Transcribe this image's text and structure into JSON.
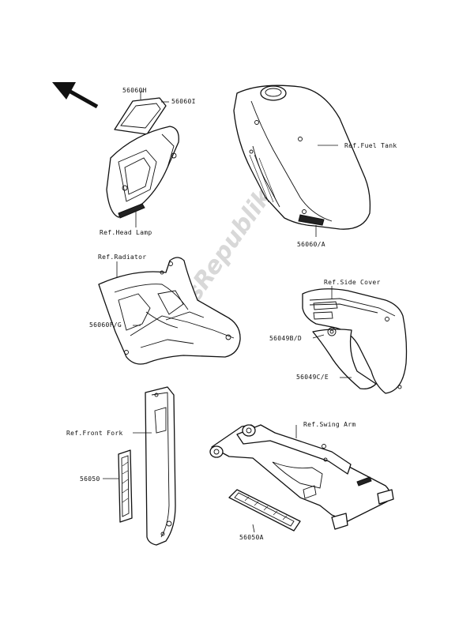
{
  "watermark": "PartsRepublik",
  "direction_arrow_icon": "arrow-up-left-icon",
  "labels": {
    "headlamp_decal_a": "56060H",
    "headlamp_decal_b": "56060I",
    "ref_head_lamp": "Ref.Head Lamp",
    "ref_fuel_tank": "Ref.Fuel Tank",
    "tank_decal": "56060/A",
    "ref_radiator": "Ref.Radiator",
    "radiator_decal": "56060F/G",
    "ref_side_cover": "Ref.Side Cover",
    "side_decal_upper": "56049B/D",
    "side_decal_lower": "56049C/E",
    "ref_front_fork": "Ref.Front Fork",
    "fork_decal": "56050",
    "ref_swing_arm": "Ref.Swing Arm",
    "swingarm_decal": "56050A"
  }
}
